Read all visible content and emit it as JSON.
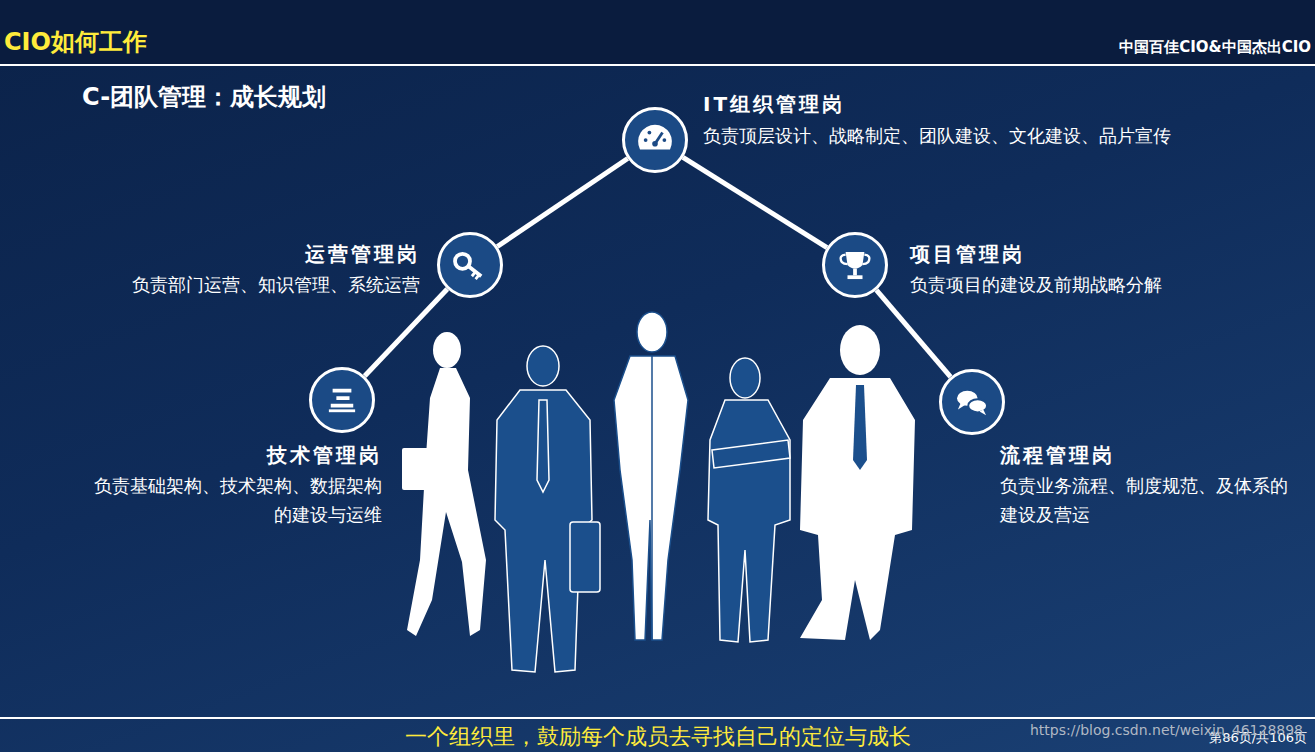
{
  "diagram": {
    "title": "C-团队管理：成长规划",
    "caption": "一个组织里，鼓励每个成员去寻找自己的定位与成长",
    "nodes": [
      {
        "text": [
          "IT组织管理岗",
          "负责顶层设计、战略制定、团队建设、文化建设、品片宣传"
        ]
      },
      {
        "text": [
          "运营管理岗",
          "负责部门运营、知识管理、系统运营"
        ]
      },
      {
        "text": [
          "项目管理岗",
          "负责项目的建设及前期战略分解"
        ]
      },
      {
        "text": [
          "技术管理岗",
          "负责基础架构、技术架构、数据架构的建设与运维"
        ]
      },
      {
        "text": [
          "流程管理岗",
          "负责业务流程、制度规范、及体系的建设及营运"
        ]
      }
    ],
    "edges": [
      {
        "from": 0,
        "to": 1,
        "arrow": "none"
      },
      {
        "from": 0,
        "to": 2,
        "arrow": "none"
      },
      {
        "from": 1,
        "to": 3,
        "arrow": "none"
      },
      {
        "from": 2,
        "to": 4,
        "arrow": "none"
      }
    ],
    "labels": [
      "CIO如何工作",
      "中国百佳CIO&中国杰出CIO",
      "第86页/共106页",
      "https://blog.csdn.net/weixin_46128898"
    ]
  }
}
